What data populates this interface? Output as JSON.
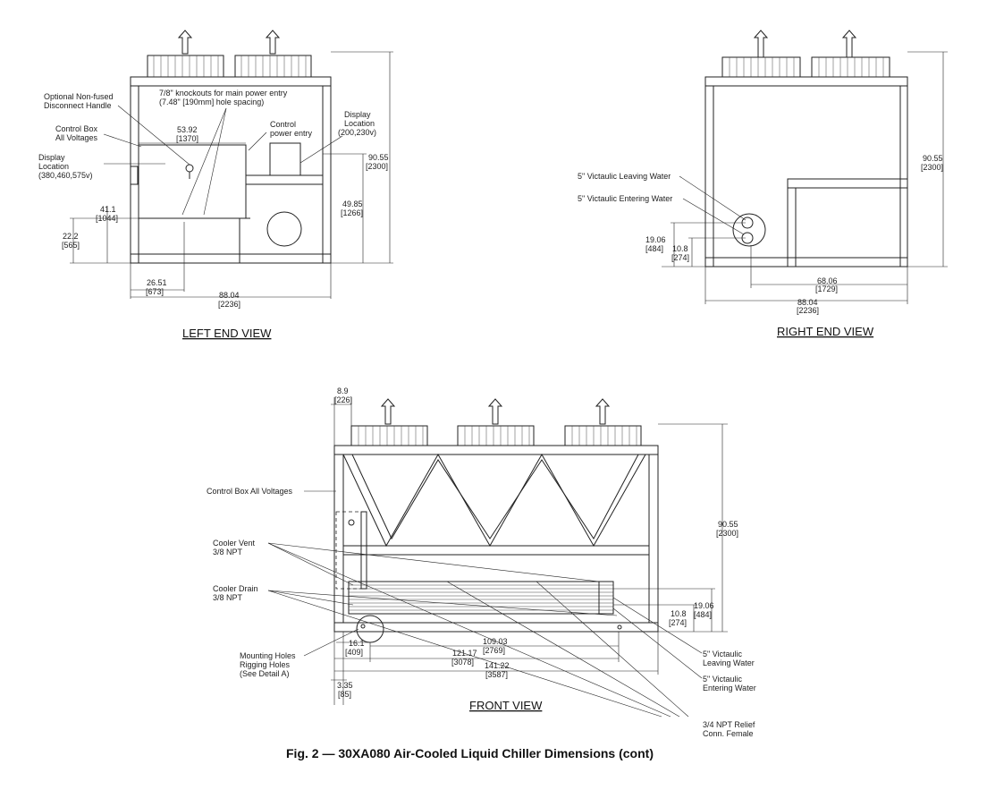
{
  "caption": "Fig. 2 — 30XA080 Air-Cooled Liquid Chiller Dimensions (cont)",
  "left_view": {
    "title": "LEFT END VIEW",
    "labels": {
      "optional_line1": "Optional Non-fused",
      "optional_line2": "Disconnect Handle",
      "knockouts_line1": "7/8\" knockouts for main power entry",
      "knockouts_line2": "(7.48\" [190mm] hole spacing)",
      "control_box_line1": "Control Box",
      "control_box_line2": "All Voltages",
      "display_loc_line1": "Display",
      "display_loc_line2": "Location",
      "display_loc_line3": "(380,460,575v)",
      "control_power_line1": "Control",
      "control_power_line2": "power entry",
      "display_loc2_line1": "Display",
      "display_loc2_line2": "Location",
      "display_loc2_line3": "(200,230v)"
    },
    "dims": {
      "d5392": "53.92",
      "d5392m": "[1370]",
      "d9055": "90.55",
      "d9055m": "[2300]",
      "d4985": "49.85",
      "d4985m": "[1266]",
      "d411": "41.1",
      "d411m": "[1044]",
      "d222": "22.2",
      "d222m": "[565]",
      "d2651": "26.51",
      "d2651m": "[673]",
      "d8804": "88.04",
      "d8804m": "[2236]"
    }
  },
  "right_view": {
    "title": "RIGHT END VIEW",
    "labels": {
      "leaving": "5\" Victaulic Leaving Water",
      "entering": "5\" Victaulic Entering Water"
    },
    "dims": {
      "d9055": "90.55",
      "d9055m": "[2300]",
      "d1906": "19.06",
      "d1906m": "[484]",
      "d108": "10.8",
      "d108m": "[274]",
      "d6806": "68.06",
      "d6806m": "[1729]",
      "d8804": "88.04",
      "d8804m": "[2236]"
    }
  },
  "front_view": {
    "title": "FRONT VIEW",
    "labels": {
      "control_box": "Control Box All Voltages",
      "cooler_vent_line1": "Cooler Vent",
      "cooler_vent_line2": "3/8 NPT",
      "cooler_drain_line1": "Cooler Drain",
      "cooler_drain_line2": "3/8 NPT",
      "mounting_line1": "Mounting Holes",
      "mounting_line2": "Rigging Holes",
      "mounting_line3": "(See Detail A)",
      "leaving_line1": "5\" Victaulic",
      "leaving_line2": "Leaving Water",
      "entering_line1": "5\" Victaulic",
      "entering_line2": "Entering Water",
      "relief_line1": "3/4 NPT Relief",
      "relief_line2": "Conn. Female"
    },
    "dims": {
      "d89": "8.9",
      "d89m": "[226]",
      "d9055": "90.55",
      "d9055m": "[2300]",
      "d1906": "19.06",
      "d1906m": "[484]",
      "d108": "10.8",
      "d108m": "[274]",
      "d161": "16.1",
      "d161m": "[409]",
      "d10903": "109.03",
      "d10903m": "[2769]",
      "d12117": "121.17",
      "d12117m": "[3078]",
      "d14122": "141.22",
      "d14122m": "[3587]",
      "d335": "3.35",
      "d335m": "[85]"
    }
  }
}
